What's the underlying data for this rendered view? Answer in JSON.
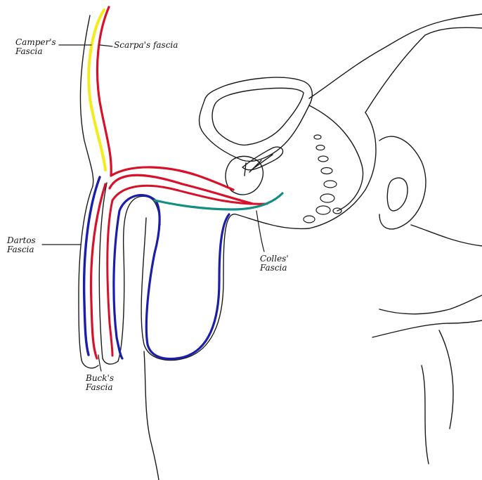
{
  "labels": {
    "campers": [
      "Camper's",
      "Fascia"
    ],
    "scarpas": [
      "Scarpa's fascia"
    ],
    "dartos": [
      "Dartos",
      "Fascia"
    ],
    "colles": [
      "Colles'",
      "Fascia"
    ],
    "bucks": [
      "Buck's",
      "Fascia"
    ]
  },
  "colors": {
    "outline": "#1a1a1a",
    "campers_fascia": "#f4ec1a",
    "scarpas_fascia": "#d8102a",
    "dartos_fascia": "#1a1ea8",
    "colles_fascia": "#128f82",
    "bucks_fascia": "#d8102a"
  }
}
